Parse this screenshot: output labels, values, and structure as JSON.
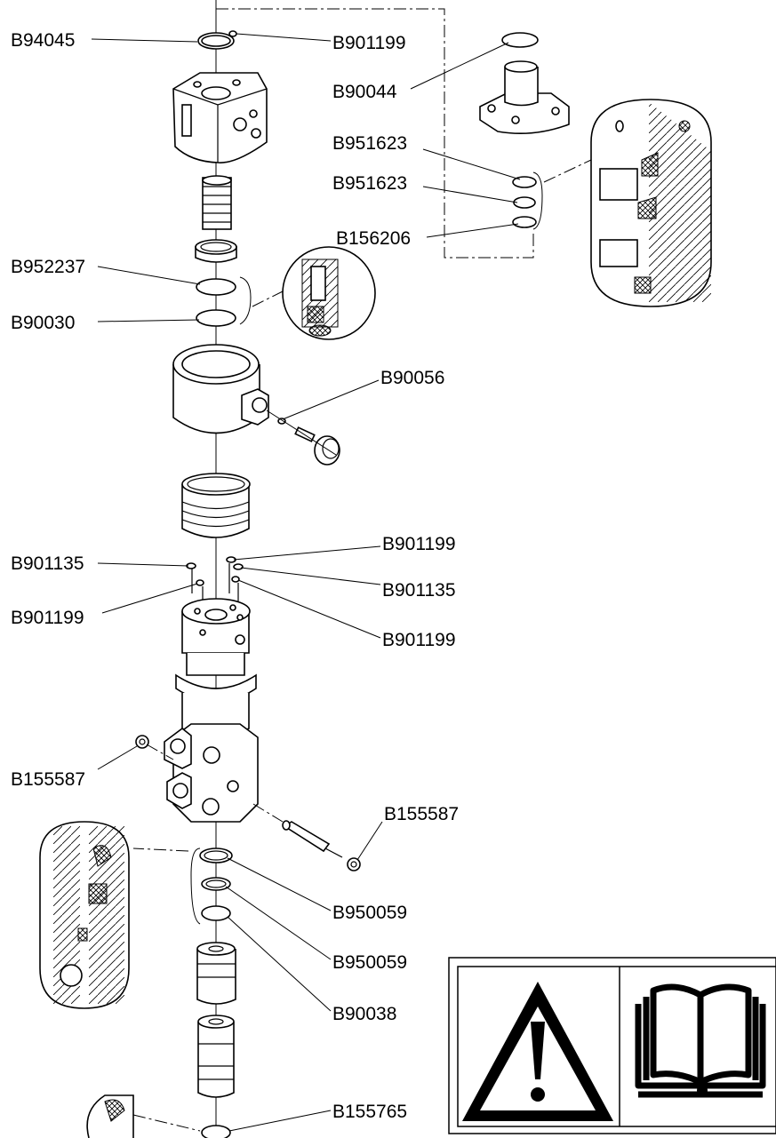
{
  "diagram": {
    "part_labels": [
      {
        "id": "p1",
        "text": "B94045"
      },
      {
        "id": "p2",
        "text": "B901199"
      },
      {
        "id": "p3",
        "text": "B90044"
      },
      {
        "id": "p4",
        "text": "B951623"
      },
      {
        "id": "p5",
        "text": "B951623"
      },
      {
        "id": "p6",
        "text": "B156206"
      },
      {
        "id": "p7",
        "text": "B952237"
      },
      {
        "id": "p8",
        "text": "B90030"
      },
      {
        "id": "p9",
        "text": "B90056"
      },
      {
        "id": "p10",
        "text": "B901199"
      },
      {
        "id": "p11",
        "text": "B901135"
      },
      {
        "id": "p12",
        "text": "B901135"
      },
      {
        "id": "p13",
        "text": "B901199"
      },
      {
        "id": "p14",
        "text": "B901199"
      },
      {
        "id": "p15",
        "text": "B155587"
      },
      {
        "id": "p16",
        "text": "B155587"
      },
      {
        "id": "p17",
        "text": "B950059"
      },
      {
        "id": "p18",
        "text": "B950059"
      },
      {
        "id": "p19",
        "text": "B90038"
      },
      {
        "id": "p20",
        "text": "B155765"
      }
    ],
    "warning_panel": {
      "icons": [
        "warning-triangle-icon",
        "read-manual-book-icon"
      ]
    }
  }
}
